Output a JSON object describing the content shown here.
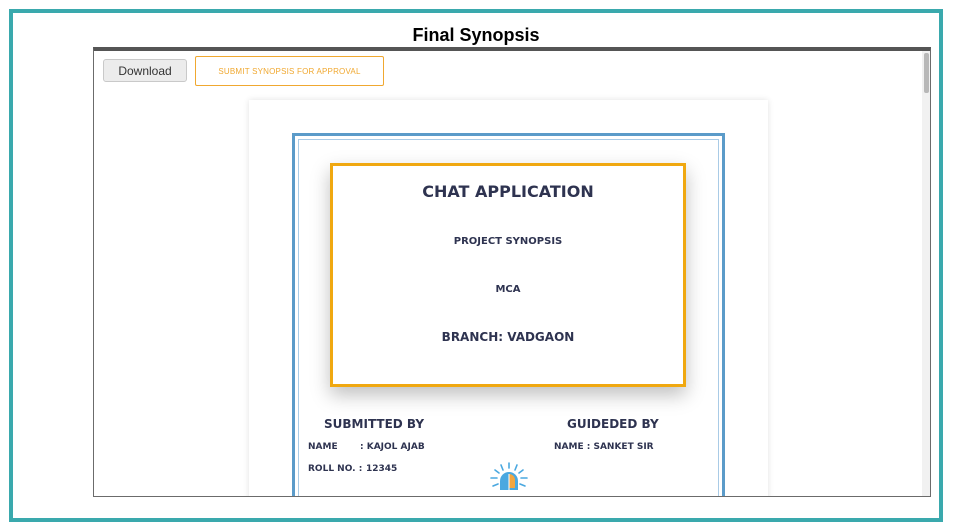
{
  "header": {
    "title": "Final Synopsis"
  },
  "toolbar": {
    "download_label": "Download",
    "submit_label": "SUBMIT SYNOPSIS FOR APPROVAL"
  },
  "document": {
    "project_title": "CHAT APPLICATION",
    "subtitle": "PROJECT SYNOPSIS",
    "course": "MCA",
    "branch": "BRANCH: VADGAON",
    "submitted_by": {
      "heading": "SUBMITTED BY",
      "name_label": "NAME",
      "name_value": ": KAJOL AJAB",
      "roll_label": "ROLL NO. :",
      "roll_value": "12345"
    },
    "guided_by": {
      "heading": "GUIDEDED BY",
      "name_text": "NAME : SANKET SIR"
    },
    "logo_icon": "brain-lightbulb-icon"
  },
  "colors": {
    "frame": "#3aa9ad",
    "accent_orange": "#f0a810",
    "doc_border_blue": "#5b9bc9",
    "text_navy": "#2e3350"
  }
}
